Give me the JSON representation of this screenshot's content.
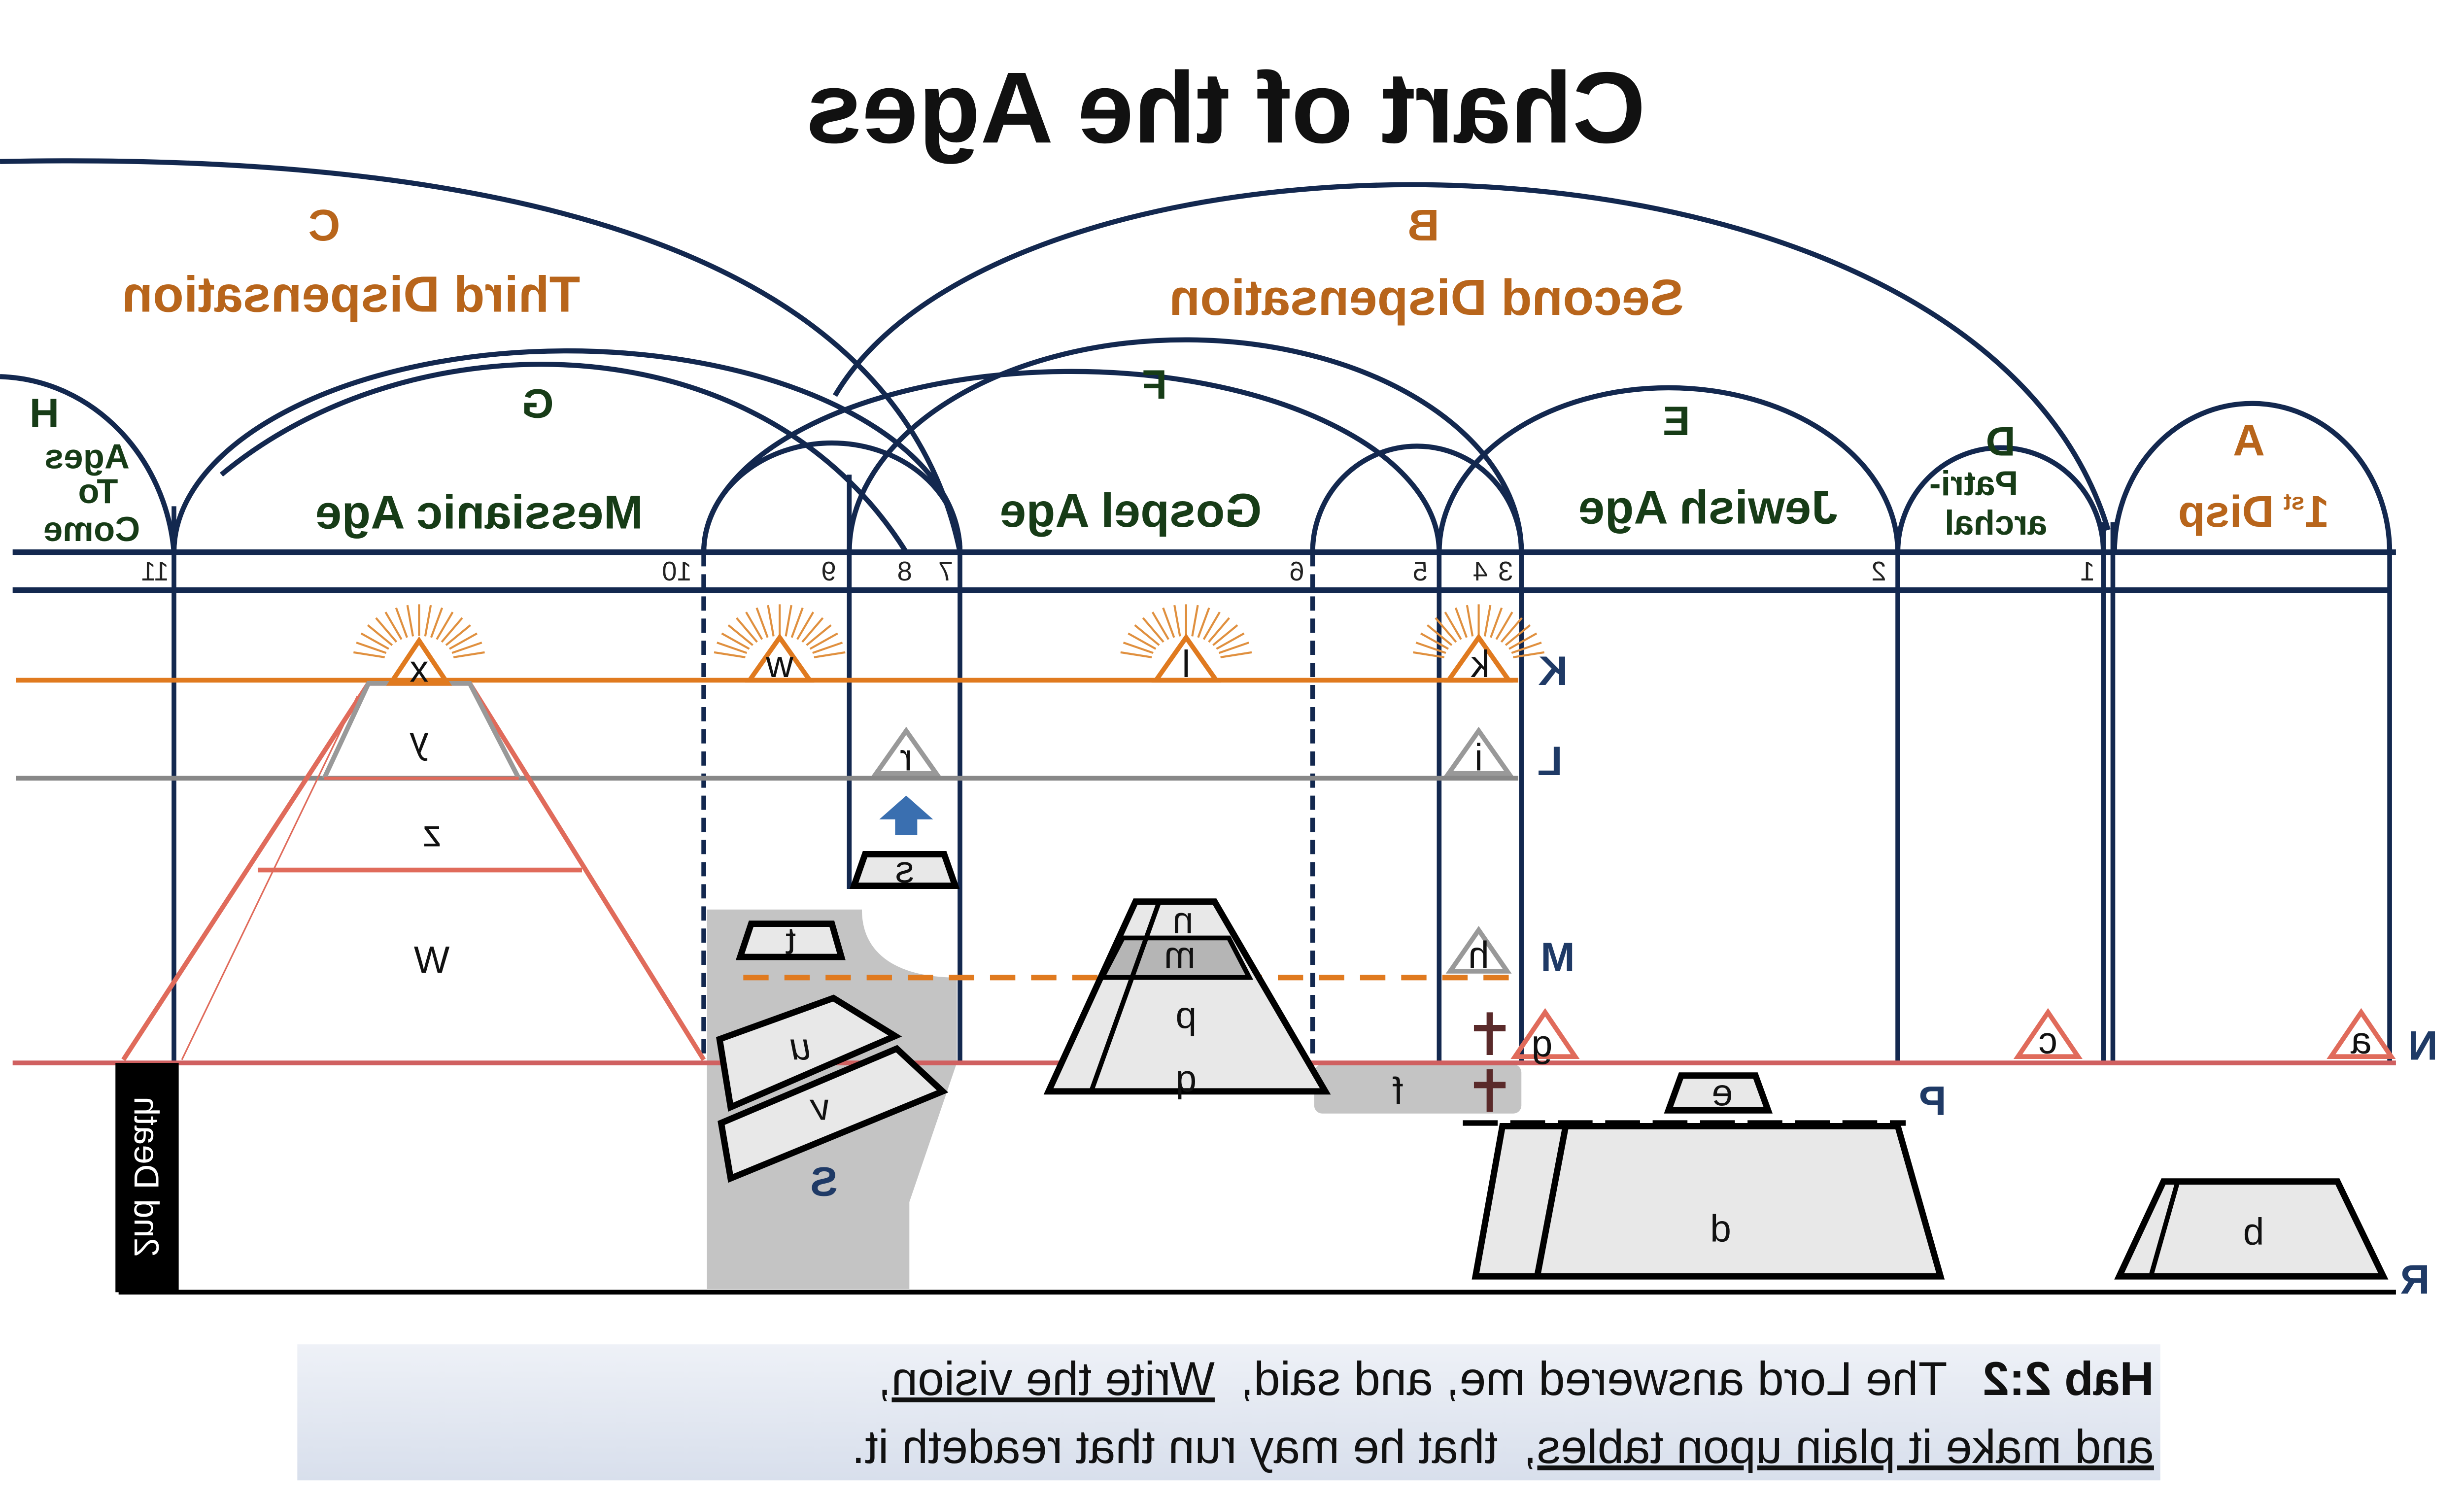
{
  "title": "Chart of the Ages",
  "dispensations": {
    "C": {
      "letter": "C",
      "label": "Third Dispensation"
    },
    "B": {
      "letter": "B",
      "label": "Second Dispensation"
    }
  },
  "ages": {
    "H": {
      "letter": "H",
      "lines": [
        "Ages",
        "To",
        "Come"
      ]
    },
    "G": {
      "letter": "G",
      "label": "Messianic Age"
    },
    "F": {
      "letter": "F",
      "label": "Gospel Age"
    },
    "E": {
      "letter": "E",
      "label": "Jewish Age"
    },
    "D": {
      "letter": "D",
      "lines": [
        "Patri-",
        "archal"
      ]
    },
    "A": {
      "letter": "A",
      "num": "1",
      "sup": "st",
      "word": "Disp"
    }
  },
  "markers": [
    "1",
    "2",
    "3",
    "4",
    "5",
    "6",
    "7",
    "8",
    "9",
    "10",
    "11"
  ],
  "planes": {
    "K": "K",
    "L": "L",
    "M": "M",
    "N": "N",
    "P": "P",
    "R": "R"
  },
  "figures": {
    "a": "a",
    "b": "b",
    "c": "c",
    "d": "d",
    "e": "e",
    "f": "f",
    "g": "g",
    "h": "h",
    "i": "i",
    "k": "k",
    "l": "l",
    "m": "m",
    "n": "n",
    "p": "p",
    "q": "q",
    "r": "r",
    "s": "s",
    "S": "S",
    "t": "t",
    "u": "u",
    "v": "v",
    "w": "w",
    "x": "x",
    "y": "y",
    "z": "z",
    "W": "W"
  },
  "second_death": "2nd Death",
  "quote": {
    "ref": "Hab 2:2",
    "part1": "The Lord answered me, and said,",
    "underline1": "Write the vision,",
    "underline2": "and make it plain upon tables,",
    "part2": "that he may run that readeth it."
  },
  "colors": {
    "navy": "#13284f",
    "orange": "#b8651b",
    "green": "#173c17",
    "red": "#d9534f",
    "blue": "#1f3a66"
  }
}
